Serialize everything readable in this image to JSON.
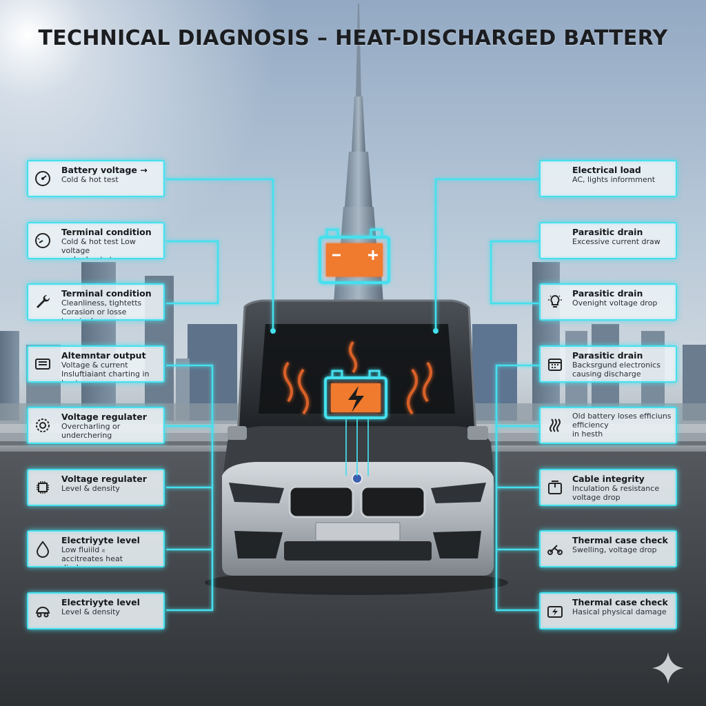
{
  "title": "TECHNICAL DIAGNOSIS – HEAT-DISCHARGED BATTERY",
  "colors": {
    "accent": "#45e0ee",
    "battery": "#f07a2e",
    "heat": "#f06a2a"
  },
  "left_cards": [
    {
      "icon": "gauge-icon",
      "title": "Battery voltage →",
      "lines": [
        "Cold & hot test"
      ]
    },
    {
      "icon": "speedometer-icon",
      "title": "Terminal condition",
      "lines": [
        "Cold & hot test  Low voltage",
        "under heat stress"
      ]
    },
    {
      "icon": "wrench-icon",
      "title": "Terminal condition",
      "lines": [
        "Cleanliness, tightetts",
        "Corasion or losse terminals"
      ]
    },
    {
      "icon": "alternator-icon",
      "title": "Altemntar output",
      "lines": [
        "Voltage & current",
        "Insluftiaiant charting in heat"
      ]
    },
    {
      "icon": "regulator-icon",
      "title": "Voltage regulater",
      "lines": [
        "Overcharling or",
        "underchering"
      ]
    },
    {
      "icon": "chip-icon",
      "title": "Voltage regulater",
      "lines": [
        "Level & density"
      ]
    },
    {
      "icon": "droplet-icon",
      "title": "Electriyyte level",
      "lines": [
        "Low fluiild ᵢₜ",
        "accitreates heat discharge"
      ]
    },
    {
      "icon": "car-battery-icon",
      "title": "Electriyyte level",
      "lines": [
        "Level & density"
      ]
    }
  ],
  "right_cards": [
    {
      "icon": "",
      "title": "Electrical load",
      "lines": [
        "AC, lights informment"
      ]
    },
    {
      "icon": "",
      "title": "Parasitic drain",
      "lines": [
        "Excessive current draw"
      ]
    },
    {
      "icon": "bulb-icon",
      "title": "Parasitic drain",
      "lines": [
        "Ovenight voltage drop"
      ]
    },
    {
      "icon": "calendar-icon",
      "title": "Parasitic drain",
      "lines": [
        "Backsrgund electronics",
        "causing discharge"
      ]
    },
    {
      "icon": "heat-waves-icon",
      "title": "",
      "lines": [
        "Old battery loses efficiuns",
        "efficiency",
        "in hesth"
      ]
    },
    {
      "icon": "box-icon",
      "title": "Cable integrity",
      "lines": [
        "Inculation & resistance",
        "voltage drop"
      ]
    },
    {
      "icon": "scooter-icon",
      "title": "Thermal case check",
      "lines": [
        "Swelling, voltage drop"
      ]
    },
    {
      "icon": "battery-bolt-icon",
      "title": "Thermal case check",
      "lines": [
        "Hasical physical damage"
      ]
    }
  ]
}
